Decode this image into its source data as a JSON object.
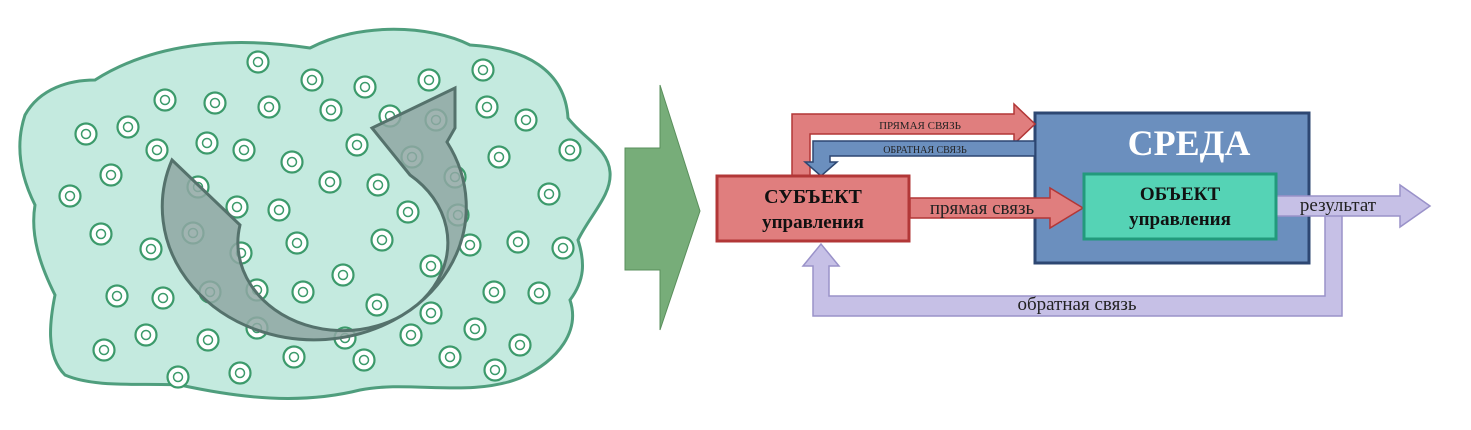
{
  "colors": {
    "blob_fill": "#c4eadf",
    "blob_stroke": "#4f9e7d",
    "cell_stroke": "#3c9a6b",
    "swirl_fill": "#8fa7a3",
    "swirl_stroke": "#55726c",
    "big_arrow": "#77ad79",
    "subject_fill": "#e07e7e",
    "subject_stroke": "#b23737",
    "env_fill": "#6b8fbe",
    "env_stroke": "#2d4772",
    "object_fill": "#55d3b5",
    "object_stroke": "#229a7c",
    "lavender": "#c6c0e6",
    "lavender_stroke": "#9a92c9"
  },
  "icons": {
    "cell": "concentric-circle-icon",
    "swirl": "circular-arrow-icon",
    "transition": "right-arrow-icon"
  },
  "diagram": {
    "environment_title": "СРЕДА",
    "subject_line1": "СУБЪЕКТ",
    "subject_line2": "управления",
    "object_line1": "ОБЪЕКТ",
    "object_line2": "управления",
    "direct_link_top": "ПРЯМАЯ СВЯЗЬ",
    "feedback_top": "ОБРАТНАЯ СВЯЗЬ",
    "direct_link": "прямая связь",
    "result": "результат",
    "feedback": "обратная связь"
  }
}
